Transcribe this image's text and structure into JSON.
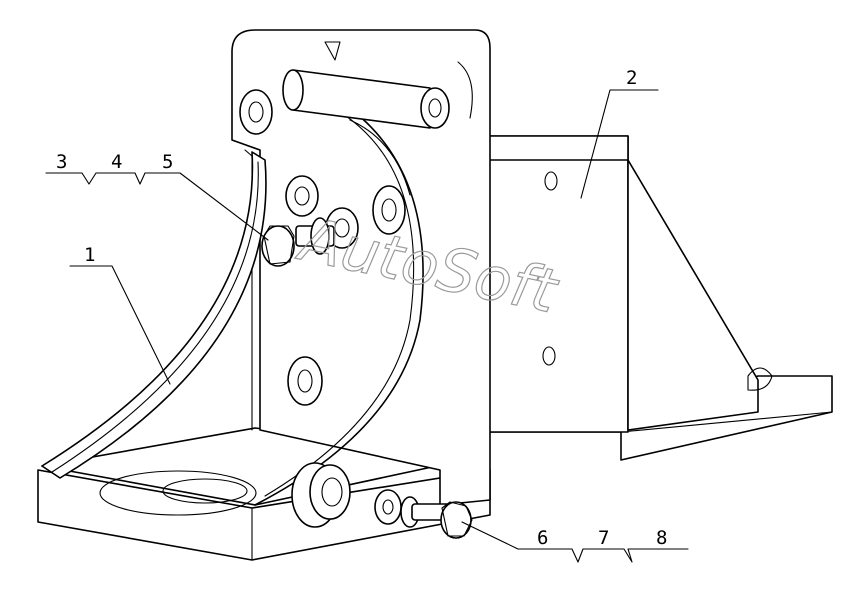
{
  "labels": {
    "l1": "1",
    "l2": "2",
    "l3": "3",
    "l4": "4",
    "l5": "5",
    "l6": "6",
    "l7": "7",
    "l8": "8"
  },
  "watermark": "AutoSoft"
}
